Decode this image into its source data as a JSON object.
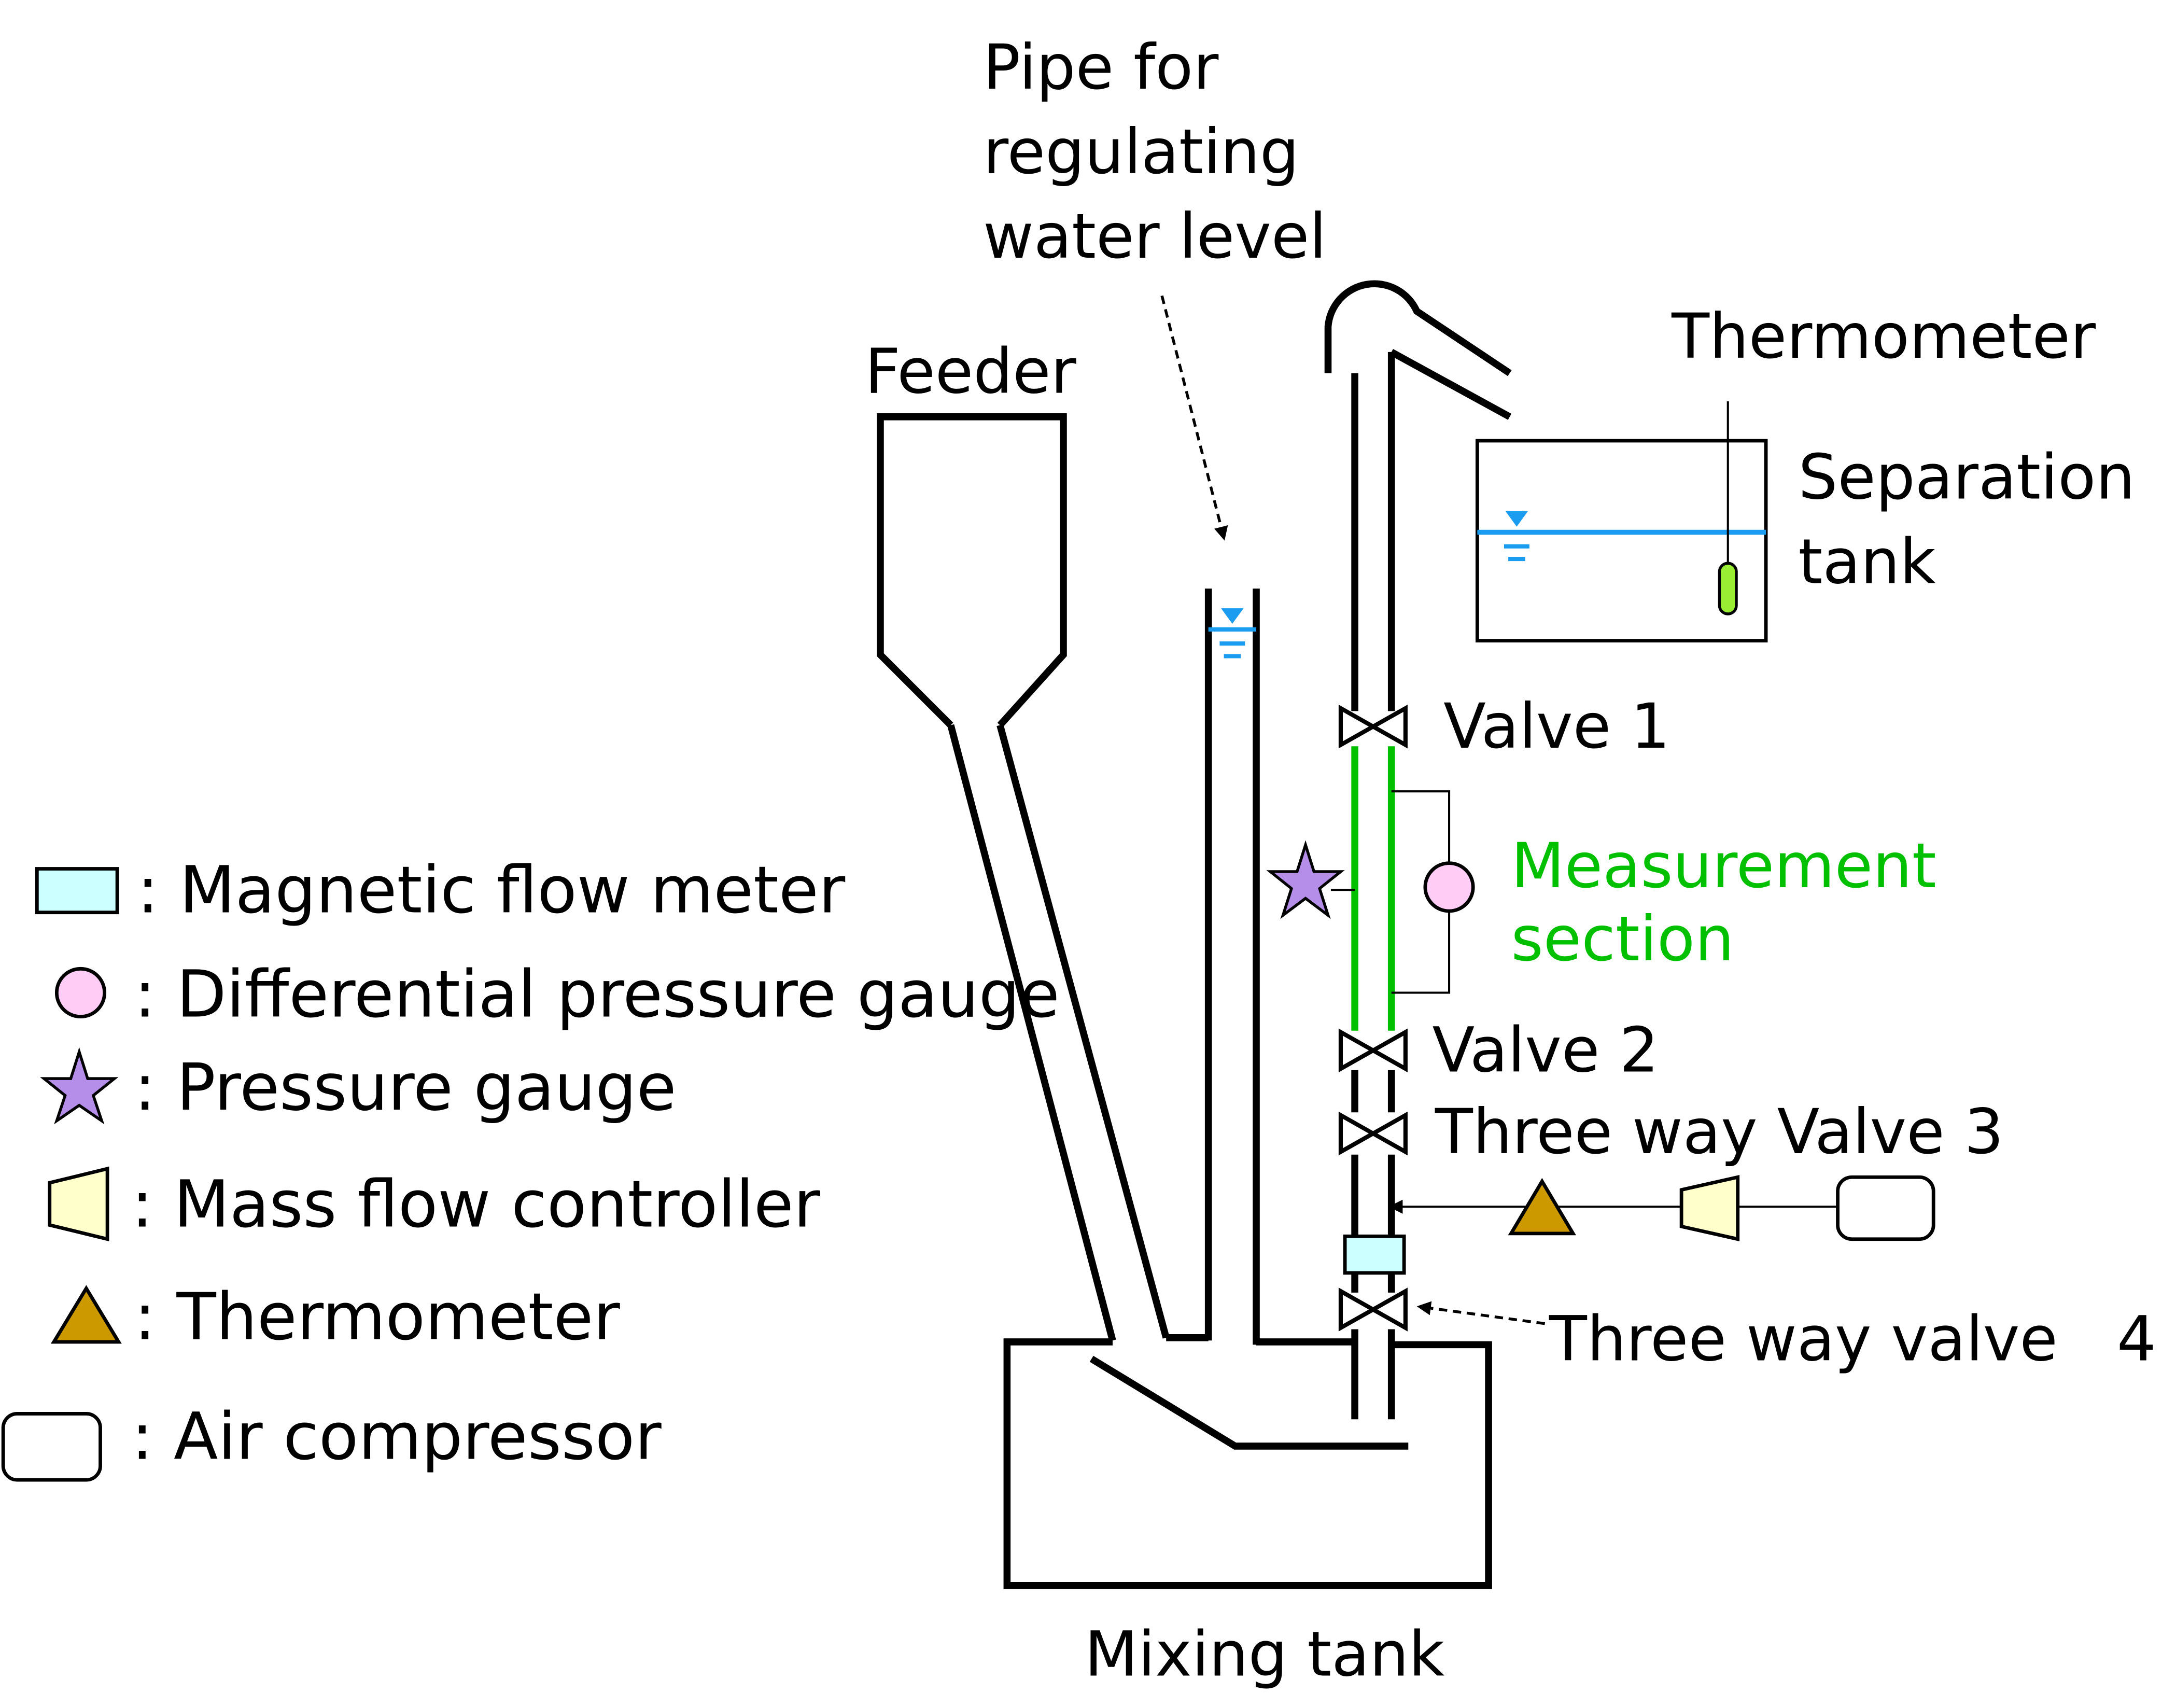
{
  "labels": {
    "pipe_regulating": [
      "Pipe for",
      "regulating",
      "water level"
    ],
    "feeder": "Feeder",
    "thermometer_top": "Thermometer",
    "separation_tank": [
      "Separation",
      "tank"
    ],
    "valve1": "Valve 1",
    "measurement_section": [
      "Measurement",
      "section"
    ],
    "valve2": "Valve 2",
    "valve3": "Three way Valve 3",
    "valve4": "Three way valve   4",
    "mixing_tank": "Mixing tank"
  },
  "legend": [
    {
      "icon": "magnetic-flow-meter",
      "label": ": Magnetic flow meter"
    },
    {
      "icon": "differential-pressure-gauge",
      "label": ": Differential pressure gauge"
    },
    {
      "icon": "pressure-gauge",
      "label": ": Pressure gauge"
    },
    {
      "icon": "mass-flow-controller",
      "label": ": Mass flow controller"
    },
    {
      "icon": "thermometer",
      "label": ": Thermometer"
    },
    {
      "icon": "air-compressor",
      "label": ": Air compressor"
    }
  ],
  "colors": {
    "water": "#1a9cf0",
    "measurement": "#00c000",
    "flow_meter": "#ccffff",
    "dp_gauge": "#ffccf5",
    "pressure_gauge": "#b48ee8",
    "mfc": "#ffffcc",
    "thermometer": "#cc9900",
    "bulb": "#99ee33"
  }
}
